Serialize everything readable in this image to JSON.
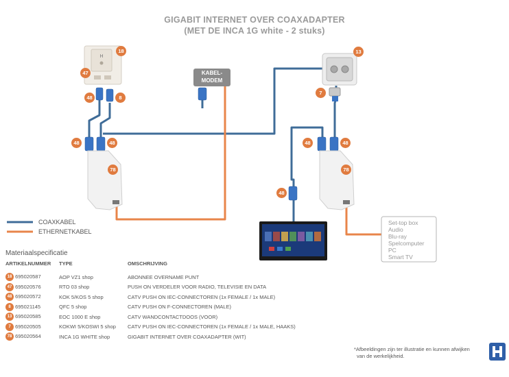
{
  "title": {
    "line1": "GIGABIT INTERNET OVER COAXADAPTER",
    "line2": "(MET DE INCA 1G white - 2 stuks)"
  },
  "modem": {
    "line1": "KABEL-",
    "line2": "MODEM"
  },
  "badges": {
    "aop": "18",
    "rto": "47",
    "kok_top": "48",
    "qfc": "8",
    "kok_left_a": "48",
    "kok_left_b": "48",
    "inca_left": "78",
    "eoc": "13",
    "kokwi": "7",
    "kok_right_a": "48",
    "kok_right_b": "48",
    "inca_right": "78",
    "kok_tv": "48"
  },
  "legend": {
    "coax": "COAXKABEL",
    "ethernet": "ETHERNETKABEL"
  },
  "devices": [
    "Set-top box",
    "Audio",
    "Blu-ray",
    "Spelcomputer",
    "PC",
    "Smart TV"
  ],
  "spec": {
    "heading": "Materiaalspecificatie",
    "headers": {
      "article": "ARTIKELNUMMER",
      "type": "TYPE",
      "description": "OMSCHRIJVING"
    },
    "rows": [
      {
        "badge": "18",
        "article": "695020587",
        "type": "AOP VZ1 shop",
        "description": "ABONNEE OVERNAME PUNT"
      },
      {
        "badge": "47",
        "article": "695020576",
        "type": "RTO 03 shop",
        "description": "PUSH ON VERDELER VOOR RADIO, TELEVISIE EN DATA"
      },
      {
        "badge": "48",
        "article": "695020572",
        "type": "KOK 5/KOS 5 shop",
        "description": "CATV PUSH ON IEC-CONNECTOREN (1x FEMALE / 1x MALE)"
      },
      {
        "badge": "8",
        "article": "695021145",
        "type": "QFC 5 shop",
        "description": "CATV PUSH ON F-CONNECTOREN (MALE)"
      },
      {
        "badge": "13",
        "article": "695020585",
        "type": "EOC 1000 E shop",
        "description": "CATV WANDCONTACTDOOS (VOOR)"
      },
      {
        "badge": "7",
        "article": "695020505",
        "type": "KOKWI 5/KOSWI 5 shop",
        "description": "CATV PUSH ON IEC-CONNECTOREN (1x FEMALE / 1x MALE, HAAKS)"
      },
      {
        "badge": "78",
        "article": "695020564",
        "type": "INCA 1G WHITE shop",
        "description": "GIGABIT INTERNET OVER COAXADAPTER (WIT)"
      }
    ]
  },
  "footnote": {
    "line1": "*Afbeeldingen zijn ter illustratie en kunnen afwijken",
    "line2": "van de werkelijkheid."
  },
  "colors": {
    "coax": "#3f6c98",
    "ethernet": "#e8854a",
    "badge": "#e07b3f",
    "connector": "#3a74c4"
  }
}
